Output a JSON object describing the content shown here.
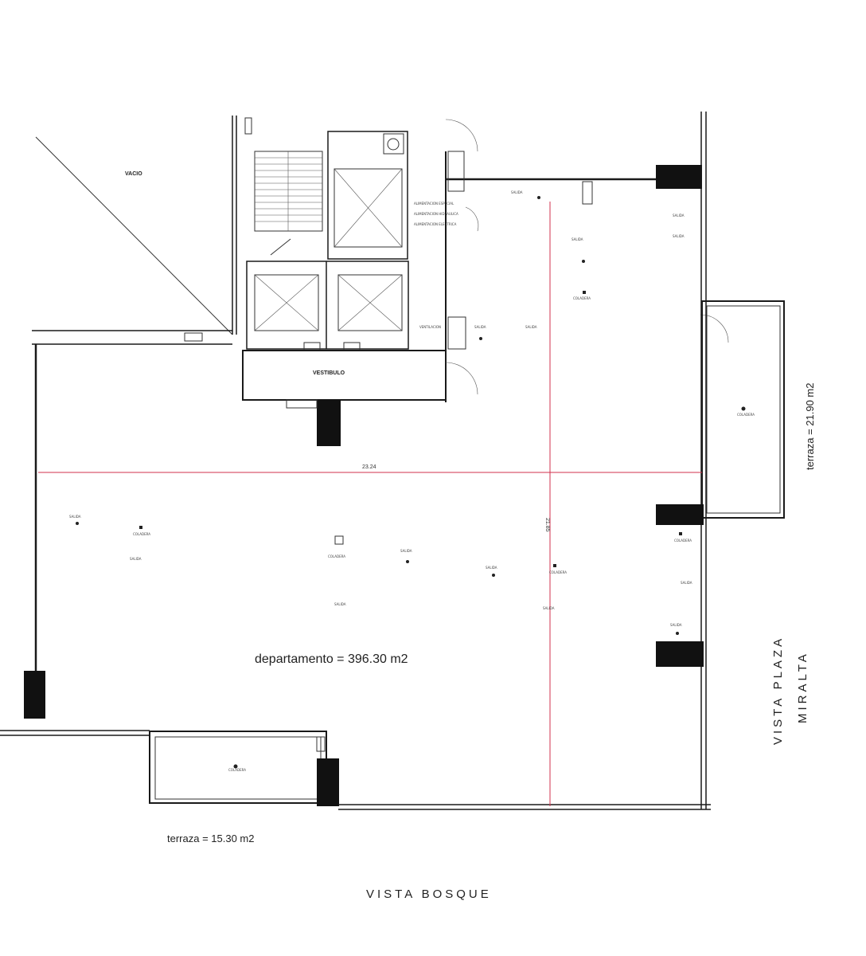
{
  "labels": {
    "vacio": "VACIO",
    "vestibulo": "VESTIBULO",
    "departamento_area": "departamento =  396.30 m2",
    "terraza_south_area": "terraza = 15.30 m2",
    "terraza_east_area": "terraza = 21.90 m2",
    "view_south": "VISTA BOSQUE",
    "view_east_line1": "VISTA PLAZA",
    "view_east_line2": "MIRALTA"
  },
  "dimensions": {
    "width": "23.24",
    "depth": "21.85"
  },
  "colors": {
    "walls": "#1a1a1a",
    "dimension_lines": "#d2304e",
    "background": "#ffffff"
  },
  "annotations": {
    "services": [
      "ALIMENTACION ESPECIAL",
      "ALIMENTACION HIDRAULICA",
      "ALIMENTACION ELECTRICA"
    ],
    "outlet_labels": [
      "SALIDA",
      "COLADERA",
      "VENTILACION"
    ]
  }
}
